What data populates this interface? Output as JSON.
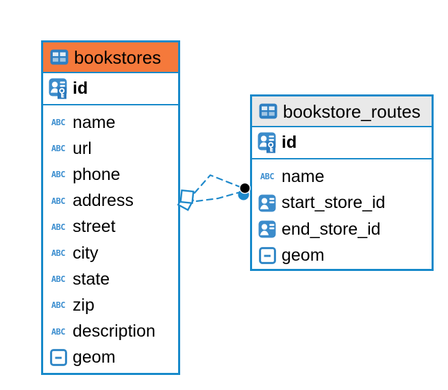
{
  "diagram": {
    "background": "#ffffff",
    "colors": {
      "table_border": "#1689ca",
      "header_orange": "#f5793b",
      "header_gray": "#e9e9e9",
      "icon_blue": "#3c8ccb",
      "relation_line": "#1e89cb",
      "anchor_black": "#000000",
      "text": "#000000"
    },
    "icons": {
      "text_glyph": "ABC"
    },
    "tables": [
      {
        "title": "bookstores",
        "icon": "table-icon",
        "header_color": "#f5793b",
        "pk": {
          "name": "id",
          "icon": "primary-key-icon"
        },
        "columns": [
          {
            "name": "name",
            "icon": "text-icon"
          },
          {
            "name": "url",
            "icon": "text-icon"
          },
          {
            "name": "phone",
            "icon": "text-icon"
          },
          {
            "name": "address",
            "icon": "text-icon"
          },
          {
            "name": "street",
            "icon": "text-icon"
          },
          {
            "name": "city",
            "icon": "text-icon"
          },
          {
            "name": "state",
            "icon": "text-icon"
          },
          {
            "name": "zip",
            "icon": "text-icon"
          },
          {
            "name": "description",
            "icon": "text-icon"
          },
          {
            "name": "geom",
            "icon": "geometry-icon"
          }
        ]
      },
      {
        "title": "bookstore_routes",
        "icon": "table-icon",
        "header_color": "#e9e9e9",
        "pk": {
          "name": "id",
          "icon": "primary-key-icon"
        },
        "columns": [
          {
            "name": "name",
            "icon": "text-icon"
          },
          {
            "name": "start_store_id",
            "icon": "foreign-key-icon"
          },
          {
            "name": "end_store_id",
            "icon": "foreign-key-icon"
          },
          {
            "name": "geom",
            "icon": "geometry-icon"
          }
        ]
      }
    ],
    "relationship": {
      "style": "dashed",
      "color": "#1e89cb",
      "source_marker": "stacked-squares-marker",
      "target_marker": "anchor-dots"
    }
  }
}
